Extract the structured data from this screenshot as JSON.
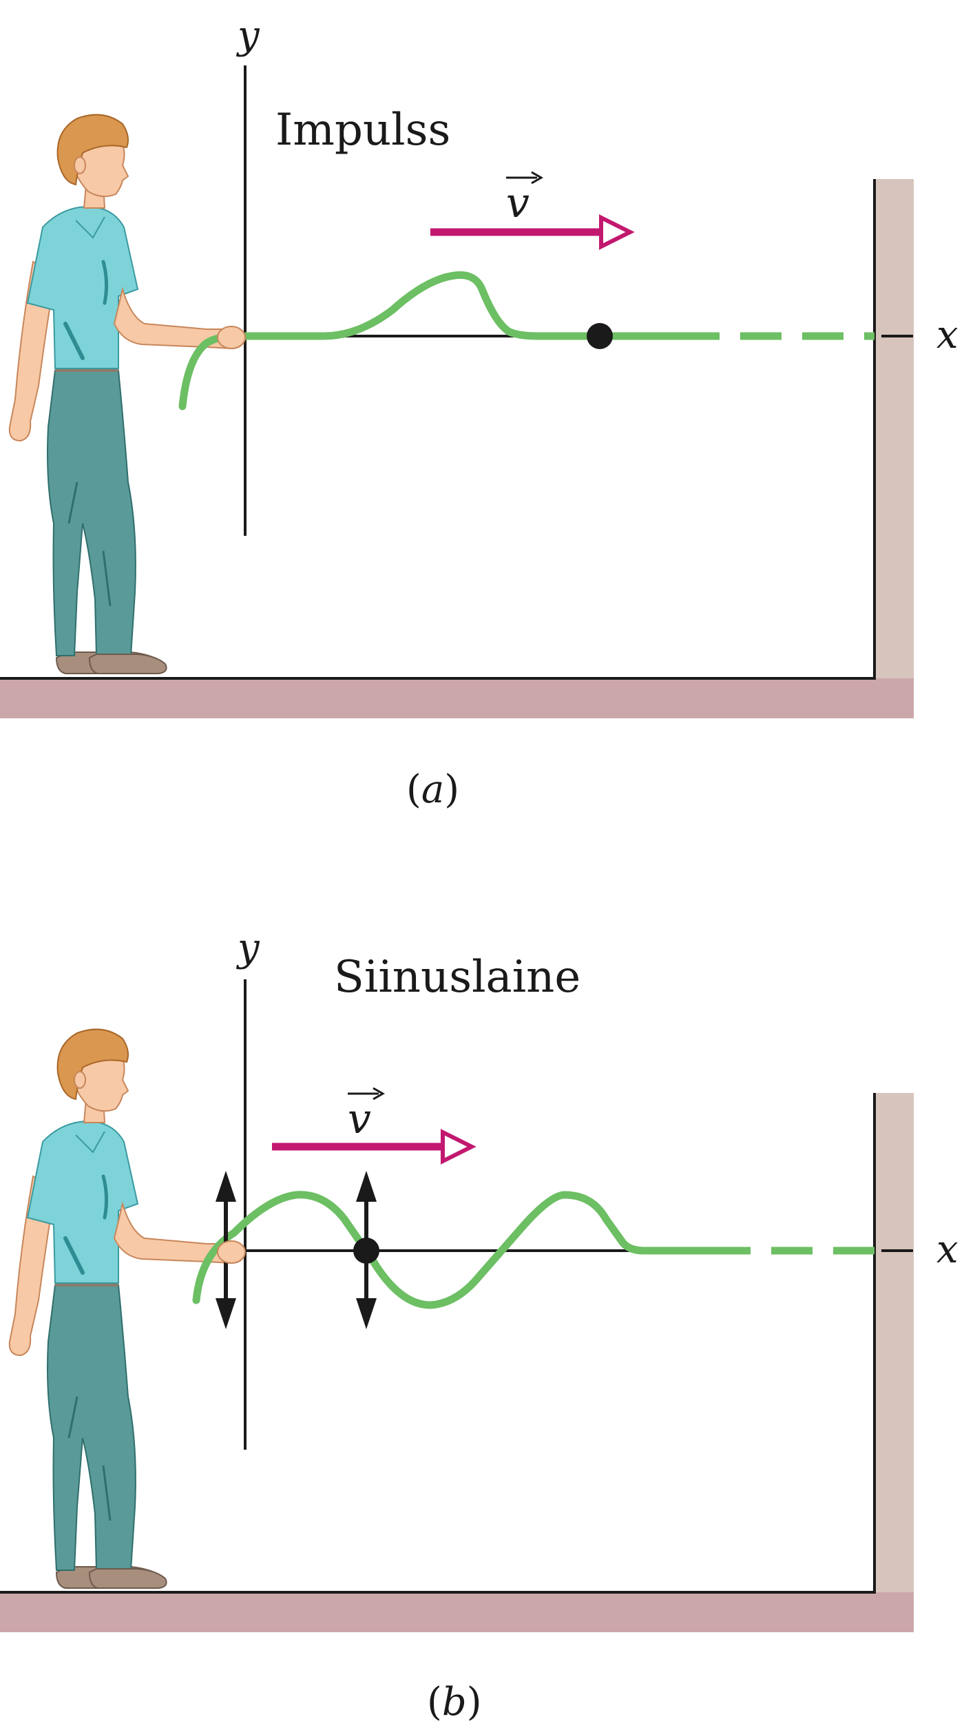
{
  "figure": {
    "colors": {
      "rope": "#6cbf63",
      "velocity_arrow": "#c2186f",
      "axis": "#1a1a1a",
      "wall": "#d7c4bd",
      "floor": "#cba6aa",
      "shirt": "#7dd3d8",
      "pants": "#5a9a98",
      "hair": "#d9974f",
      "skin": "#f7c9a6",
      "shoe": "#a88e7c"
    },
    "panels": [
      {
        "id": "a",
        "title": "Impulss",
        "y_label": "y",
        "x_label": "x",
        "velocity_label": "v",
        "caption_open": "(",
        "caption_letter": "a",
        "caption_close": ")"
      },
      {
        "id": "b",
        "title": "Siinuslaine",
        "y_label": "y",
        "x_label": "x",
        "velocity_label": "v",
        "caption_open": "(",
        "caption_letter": "b",
        "caption_close": ")"
      }
    ]
  }
}
